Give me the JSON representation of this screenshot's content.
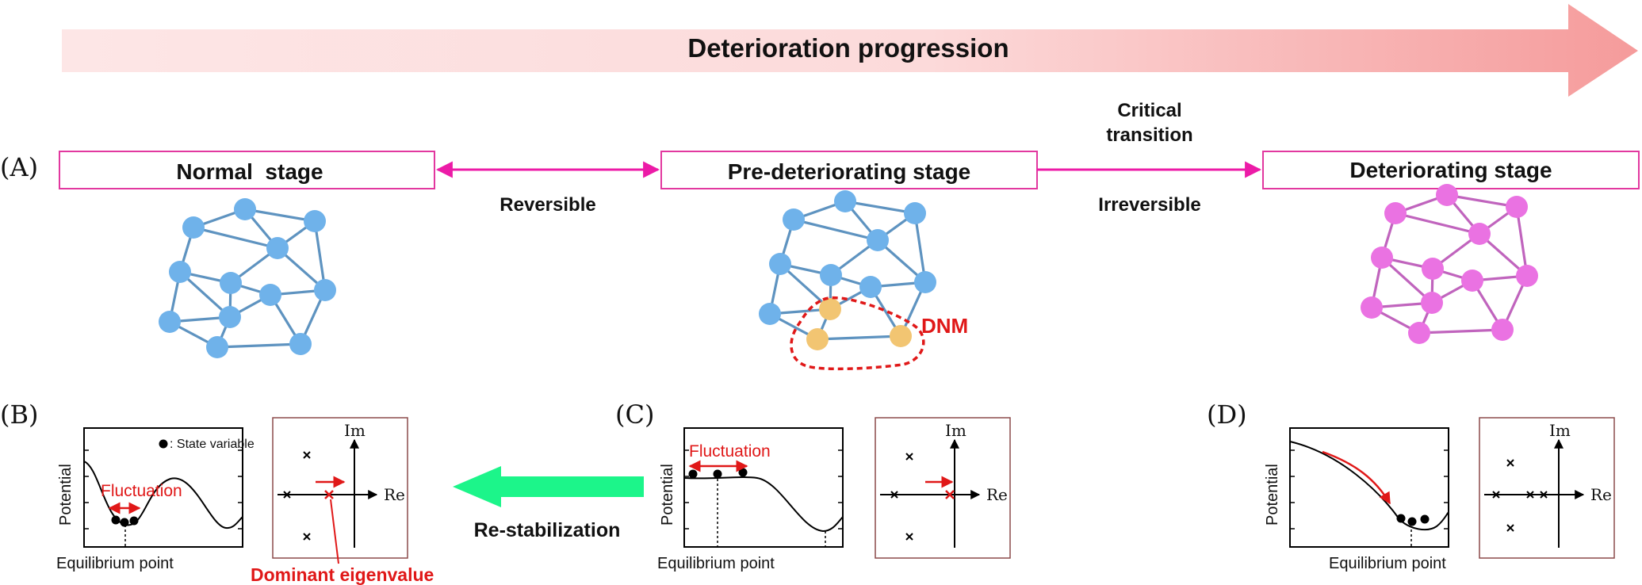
{
  "progression": {
    "label": "Deterioration progression"
  },
  "panels": {
    "A": "(A)",
    "B": "(B)",
    "C": "(C)",
    "D": "(D)"
  },
  "stages": {
    "normal": "Normal  stage",
    "pre": "Pre-deteriorating stage",
    "deteriorating": "Deteriorating stage"
  },
  "transitions": {
    "reversible": "Reversible",
    "critical_line1": "Critical",
    "critical_line2": "transition",
    "irreversible": "Irreversible",
    "restabilization": "Re-stabilization"
  },
  "dnm": {
    "label": "DNM"
  },
  "potential_plots": {
    "ylabel": "Potential",
    "xlabel": "Equilibrium point",
    "legend": ": State variable",
    "fluctuation": "Fluctuation"
  },
  "eigen_plots": {
    "im": "Im",
    "re": "Re",
    "dominant": "Dominant eigenvalue"
  },
  "colors": {
    "stage_border": "#e2389f",
    "magenta_arrow": "#ec1ba7",
    "node_blue": "#6fb2ea",
    "edge_blue": "#5e93c0",
    "node_orange": "#f2c572",
    "node_pink": "#ea72e2",
    "edge_pink": "#c064bd",
    "red": "#e01818",
    "green_arrow": "#1cf58a",
    "eigen_box_border": "#8b4a4a"
  }
}
